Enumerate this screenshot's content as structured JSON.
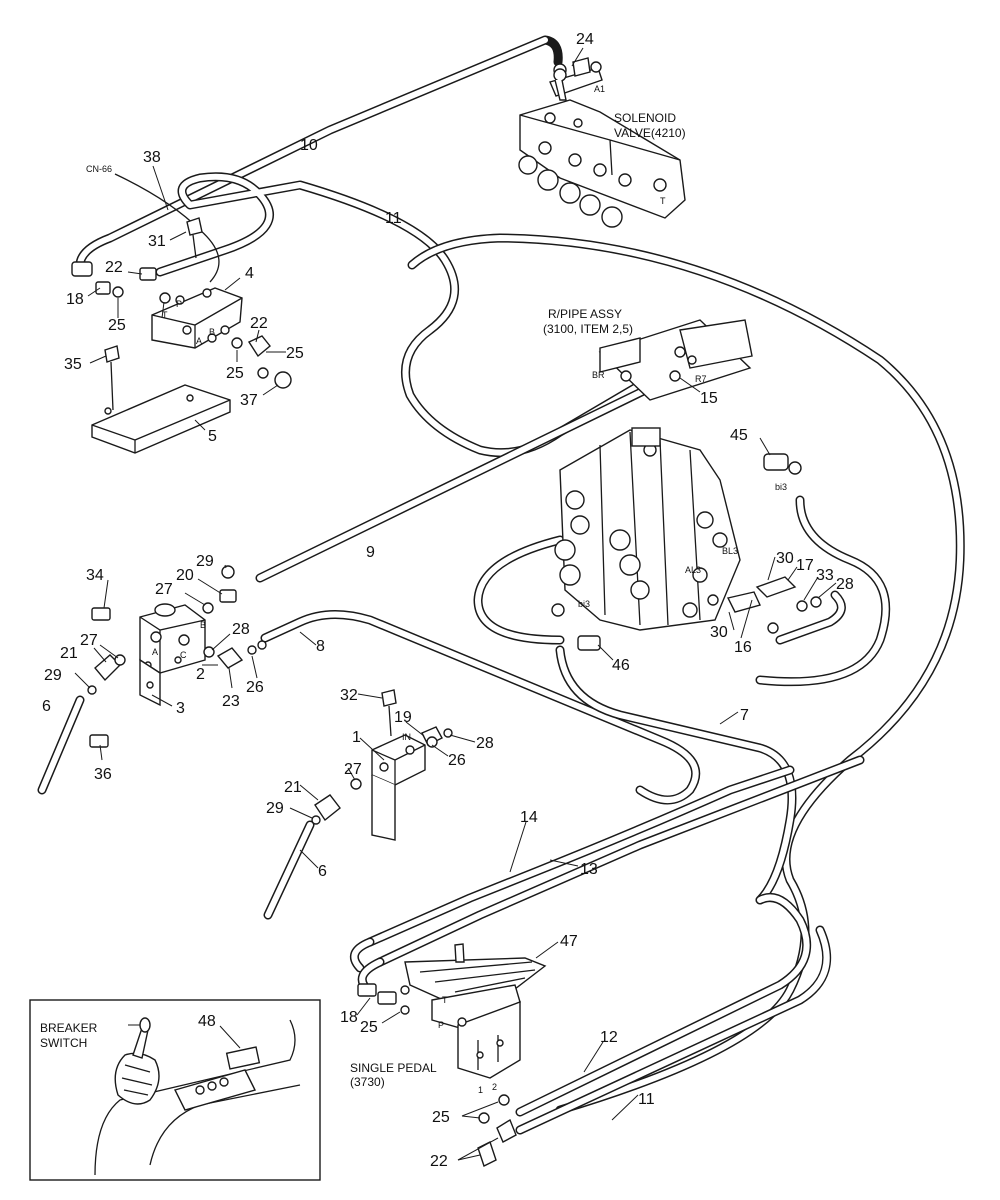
{
  "labels": {
    "solenoid_valve_line1": "SOLENOID",
    "solenoid_valve_line2": "VALVE(4210)",
    "rpipe_line1": "R/PIPE ASSY",
    "rpipe_line2": "(3100, ITEM 2,5)",
    "single_pedal_line1": "SINGLE PEDAL",
    "single_pedal_line2": "(3730)",
    "breaker_switch_line1": "BREAKER",
    "breaker_switch_line2": "SWITCH",
    "cn66": "CN-66"
  },
  "ports": {
    "a1": "A1",
    "t": "T",
    "br": "BR",
    "r7": "R7",
    "bi3_upper": "bi3",
    "bl3": "BL3",
    "al3": "AL3",
    "bi3_lower": "bi3",
    "p_block4": "P",
    "t_block4": "T",
    "a_block4": "A",
    "b_block4": "B",
    "a_block2": "A",
    "b_block2": "B",
    "c_block2": "C",
    "in_block1": "IN",
    "pedal_t": "T",
    "pedal_p": "P",
    "pedal_1": "1",
    "pedal_2": "2"
  },
  "callouts": {
    "c24": "24",
    "c10": "10",
    "c38": "38",
    "c11_top": "11",
    "c31": "31",
    "c4": "4",
    "c22_top": "22",
    "c18_top": "18",
    "c25_a": "25",
    "c22_mid": "22",
    "c25_b": "25",
    "c25_c": "25",
    "c35": "35",
    "c37": "37",
    "c5": "5",
    "c15": "15",
    "c45": "45",
    "c9": "9",
    "c29_top": "29",
    "c20": "20",
    "c34": "34",
    "c27_top": "27",
    "c28_top": "28",
    "c21_left": "21",
    "c27_left": "27",
    "c2": "2",
    "c29_left": "29",
    "c3": "3",
    "c23": "23",
    "c26_left": "26",
    "c8": "8",
    "c6_left": "6",
    "c36": "36",
    "c30_upper": "30",
    "c17": "17",
    "c33": "33",
    "c28_right": "28",
    "c30_lower": "30",
    "c16": "16",
    "c46": "46",
    "c7": "7",
    "c32": "32",
    "c19": "19",
    "c1": "1",
    "c28_mid": "28",
    "c26_mid": "26",
    "c27_mid": "27",
    "c21_mid": "21",
    "c29_mid": "29",
    "c6_mid": "6",
    "c14": "14",
    "c13": "13",
    "c47": "47",
    "c48": "48",
    "c18_bottom": "18",
    "c25_bottom": "25",
    "c12": "12",
    "c11_bottom": "11",
    "c25_pedal": "25",
    "c22_bottom": "22"
  }
}
